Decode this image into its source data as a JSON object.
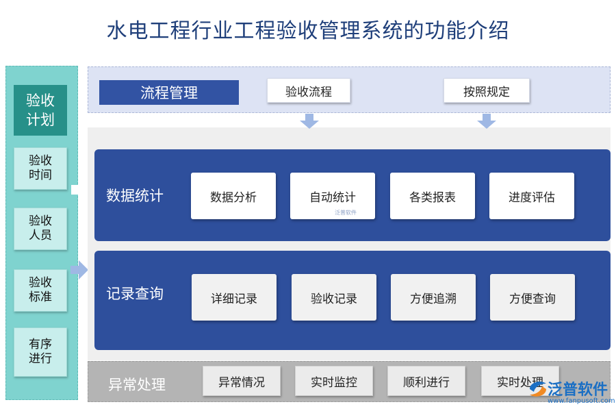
{
  "title": "水电工程行业工程验收管理系统的功能介绍",
  "left": {
    "plan": "验收\n计划",
    "items": [
      "验收\n时间",
      "验收\n人员",
      "验收\n标准",
      "有序\n进行"
    ]
  },
  "flow": {
    "title": "流程管理",
    "items": [
      "验收流程",
      "按照规定"
    ]
  },
  "stats": {
    "title": "数据统计",
    "items": [
      "数据分析",
      "自动统计",
      "各类报表",
      "进度评估"
    ]
  },
  "records": {
    "title": "记录查询",
    "items": [
      "详细记录",
      "验收记录",
      "方便追溯",
      "方便查询"
    ]
  },
  "exceptions": {
    "title": "异常处理",
    "items": [
      "异常情况",
      "实时监控",
      "顺利进行",
      "实时处理"
    ]
  },
  "watermark": {
    "small": "泛普软件",
    "brand": "泛普软件",
    "url": "www.fanpusoft.com"
  },
  "colors": {
    "teal_dark": "#279089",
    "teal_light": "#7fd3cf",
    "blue": "#2e4f9c",
    "band_light": "#dde3f4",
    "gray": "#b4b4b4"
  }
}
